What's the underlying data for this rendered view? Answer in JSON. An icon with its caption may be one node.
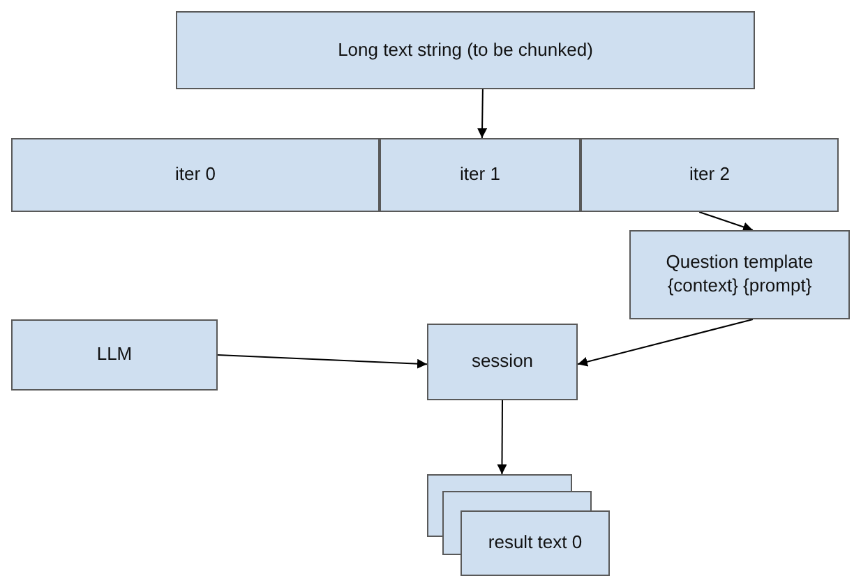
{
  "diagram": {
    "nodes": [
      {
        "text": [
          "Long text string (to be chunked)"
        ]
      },
      {
        "text": [
          "iter 0"
        ]
      },
      {
        "text": [
          "iter 1"
        ]
      },
      {
        "text": [
          "iter 2"
        ]
      },
      {
        "text": [
          "Question template {context} {prompt}"
        ]
      },
      {
        "text": [
          "LLM"
        ]
      },
      {
        "text": [
          "session"
        ]
      },
      {
        "text": [
          "result text 0"
        ]
      }
    ],
    "edges": [
      {
        "from": 0,
        "to": 2,
        "arrow": "to"
      },
      {
        "from": 3,
        "to": 4,
        "arrow": "to"
      },
      {
        "from": 5,
        "to": 6,
        "arrow": "to"
      },
      {
        "from": 4,
        "to": 6,
        "arrow": "to"
      },
      {
        "from": 6,
        "to": 7,
        "arrow": "to"
      }
    ]
  }
}
